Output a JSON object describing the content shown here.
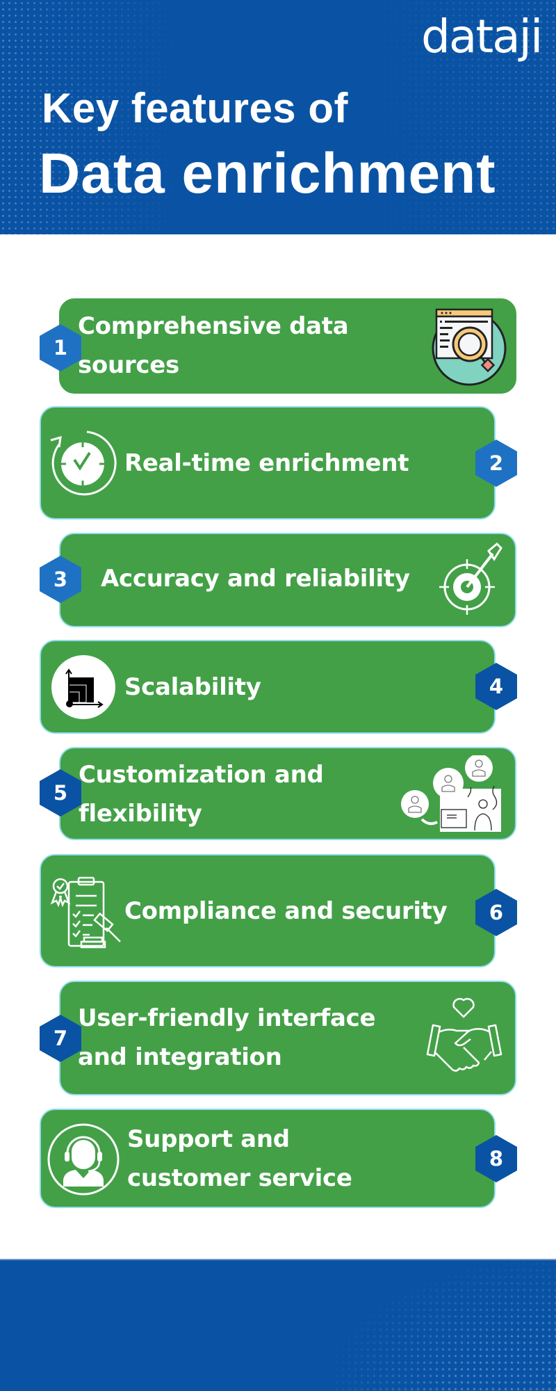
{
  "header": {
    "logo": "dataji",
    "title_line1": "Key features of",
    "title_line2": "Data enrichment"
  },
  "colors": {
    "header_blue": "#0A53A4",
    "card_green": "#43A047",
    "card_border": "#8FDDEB",
    "hex_light": "#1F72C3",
    "hex_dark": "#0A53A4",
    "text": "#FFFFFF"
  },
  "features": [
    {
      "number": "1",
      "line1": "Comprehensive data",
      "line2": "sources",
      "icon": "magnifier-document-icon"
    },
    {
      "number": "2",
      "line1": "Real-time enrichment",
      "line2": "",
      "icon": "clock-refresh-icon"
    },
    {
      "number": "3",
      "line1": "Accuracy and reliability",
      "line2": "",
      "icon": "target-arrow-icon"
    },
    {
      "number": "4",
      "line1": "Scalability",
      "line2": "",
      "icon": "scale-chart-icon"
    },
    {
      "number": "5",
      "line1": "Customization and",
      "line2": "flexibility",
      "icon": "users-workstation-icon"
    },
    {
      "number": "6",
      "line1": "Compliance and security",
      "line2": "",
      "icon": "checklist-gavel-icon"
    },
    {
      "number": "7",
      "line1": "User-friendly interface",
      "line2": "and integration",
      "icon": "handshake-heart-icon"
    },
    {
      "number": "8",
      "line1": "Support and",
      "line2": "customer service",
      "icon": "headset-agent-icon"
    }
  ]
}
